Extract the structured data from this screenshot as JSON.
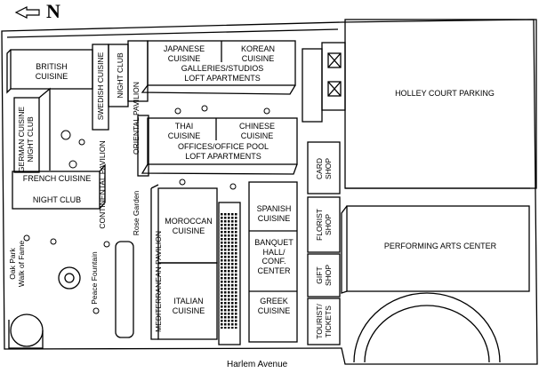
{
  "compass": {
    "letter": "N",
    "arrow_icon": "west-arrow-icon"
  },
  "street": "Harlem Avenue",
  "buildings": {
    "british": "BRITISH\nCUISINE",
    "swedish": "SWEDISH CUISINE",
    "night_club_top": "NIGHT CLUB",
    "german": "GERMAN CUISINE\nNIGHT CLUB",
    "oriental_pavilion": "ORIENTAL PAVILION",
    "japanese": "JAPANESE\nCUISINE",
    "korean": "KOREAN\nCUISINE",
    "galleries_top": "GALLERIES/STUDIOS\nLOFT APARTMENTS",
    "thai": "THAI\nCUISINE",
    "chinese": "CHINESE\nCUISINE",
    "offices": "OFFICES/OFFICE POOL\nLOFT APARTMENTS",
    "continental_pavilion": "CONTINENTAL PAVILION",
    "french": "FRENCH CUISINE",
    "night_club_mid": "NIGHT CLUB",
    "rose_garden": "Rose Garden",
    "moroccan": "MOROCCAN\nCUISINE",
    "mediterranean_pavilion": "MEDITERRANEAN PAVILION",
    "italian": "ITALIAN\nCUISINE",
    "spanish": "SPANISH\nCUISINE",
    "banquet": "BANQUET\nHALL/\nCONF.\nCENTER",
    "greek": "GREEK\nCUISINE",
    "card_shop": "CARD\nSHOP",
    "florist_shop": "FLORIST\nSHOP",
    "gift_shop": "GIFT\nSHOP",
    "tourist": "TOURIST/\nTICKETS",
    "holley": "HOLLEY COURT PARKING",
    "performing": "PERFORMING ARTS CENTER",
    "oak_park": "Oak Park\nWalk of Fame",
    "peace_fountain": "Peace Fountain"
  }
}
